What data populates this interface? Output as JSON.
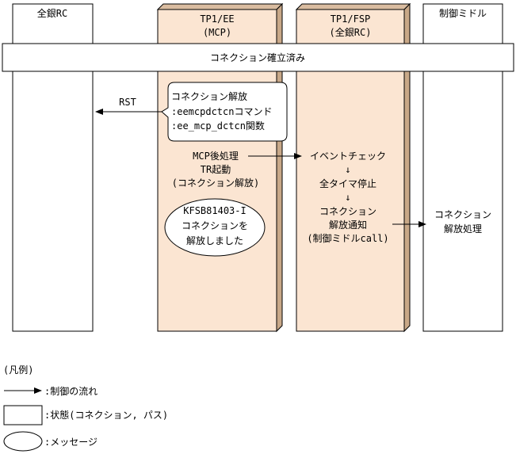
{
  "lanes": {
    "zengin_rc": "全銀RC",
    "tp1ee_title": "TP1/EE",
    "tp1ee_sub": "(MCP)",
    "tp1fsp_title": "TP1/FSP",
    "tp1fsp_sub": "(全銀RC)",
    "middleware": "制御ミドル"
  },
  "connection_bar": "コネクション確立済み",
  "rst_label": "RST",
  "callout": {
    "line1": "コネクション解放",
    "line2": ":eemcpdctcnコマンド",
    "line3": ":ee_mcp_dctcn関数"
  },
  "mcp_post": {
    "line1": "MCP後処理",
    "line2": "TR起動",
    "line3": "(コネクション解放)"
  },
  "message": {
    "line1": "KFSB81403-I",
    "line2": "コネクションを",
    "line3": "解放しました"
  },
  "fsp_flow": {
    "event_check": "イベントチェック",
    "arrow1": "↓",
    "timer_stop": "全タイマ停止",
    "arrow2": "↓",
    "notify_line1": "コネクション",
    "notify_line2": "解放通知",
    "notify_line3": "(制御ミドルcall)"
  },
  "middleware_proc": {
    "line1": "コネクション",
    "line2": "解放処理"
  },
  "legend": {
    "title": "(凡例)",
    "control_flow": ":制御の流れ",
    "state": ":状態(コネクション, パス)",
    "message": ":メッセージ"
  }
}
